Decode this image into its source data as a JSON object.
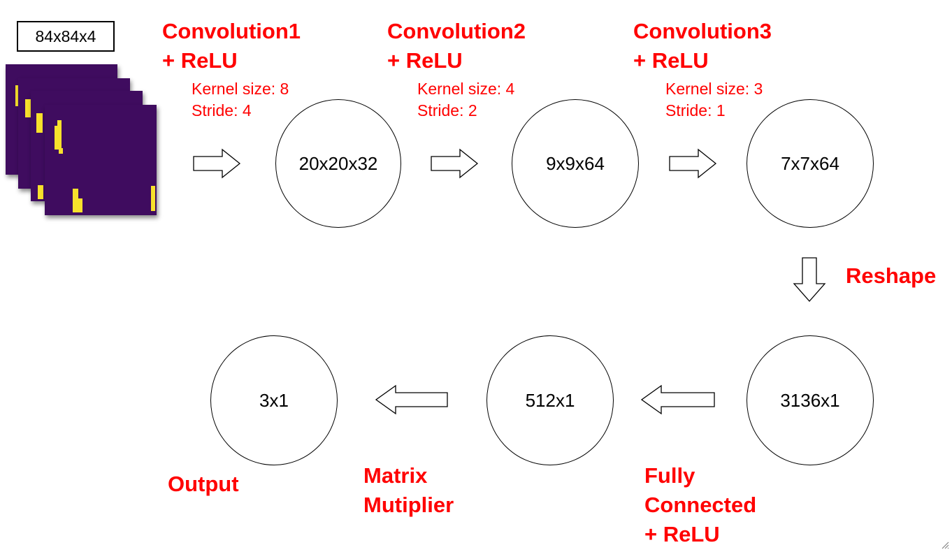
{
  "input": {
    "label": "84x84x4",
    "frame_colors": {
      "background": "#3f0c5f",
      "sprite": "#f7e12c"
    }
  },
  "conv_layers": [
    {
      "title": "Convolution1\n+ ReLU",
      "kernel": "Kernel size: 8",
      "stride": "Stride: 4",
      "output": "20x20x32"
    },
    {
      "title": "Convolution2\n+ ReLU",
      "kernel": "Kernel size: 4",
      "stride": "Stride: 2",
      "output": "9x9x64"
    },
    {
      "title": "Convolution3\n+ ReLU",
      "kernel": "Kernel size: 3",
      "stride": "Stride: 1",
      "output": "7x7x64"
    }
  ],
  "reshape": {
    "label": "Reshape"
  },
  "dense_nodes": [
    {
      "output": "3136x1"
    },
    {
      "output": "512x1"
    },
    {
      "output": "3x1"
    }
  ],
  "captions": {
    "fully_connected": "Fully\nConnected\n+ ReLU",
    "matrix": "Matrix\nMutiplier",
    "output": "Output"
  },
  "colors": {
    "label_red": "#ff0000",
    "stroke": "#000000"
  }
}
